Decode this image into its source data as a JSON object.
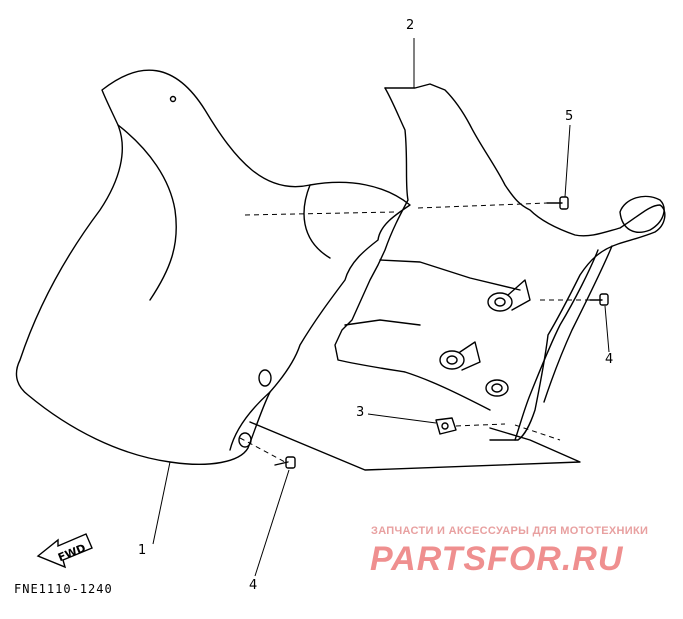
{
  "callouts": {
    "c1": "1",
    "c2": "2",
    "c3": "3",
    "c4a": "4",
    "c4b": "4",
    "c5": "5"
  },
  "fwd_label": "FWD",
  "diagram_code": "FNE1110-1240",
  "watermark": {
    "tagline": "ЗАПЧАСТИ И АКСЕССУАРЫ ДЛЯ МОТОТЕХНИКИ",
    "logo": "PARTSFOR.RU",
    "color": "#ef8f8f"
  }
}
